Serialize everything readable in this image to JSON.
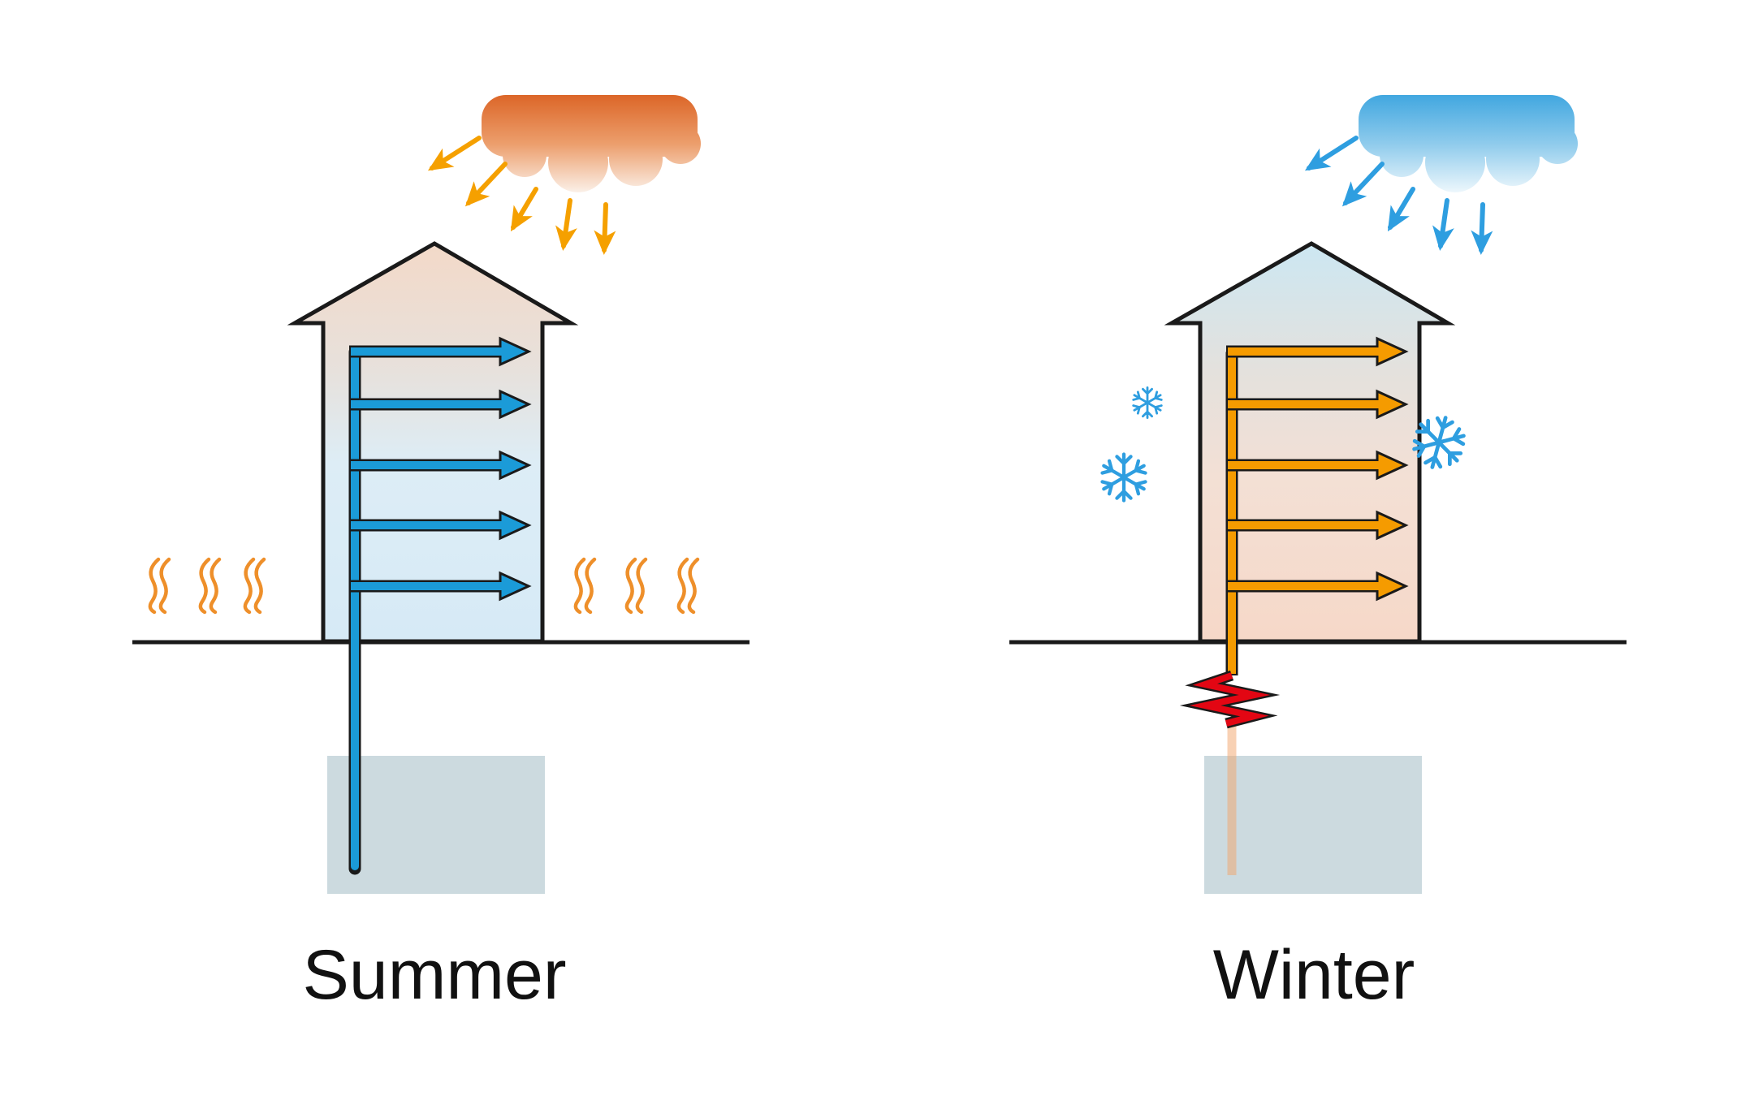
{
  "panels": [
    {
      "id": "summer",
      "label": "Summer",
      "sky_icon": "warm-cloud",
      "sky_arrow_count": 5,
      "house_arrow_count": 5,
      "house_arrow_direction": "right",
      "house_arrow_color": "#1B9BD8",
      "ground_symbols": {
        "type": "heat-waves",
        "left_count": 3,
        "right_count": 3
      },
      "underground": {
        "pipe": "borehole-supply-pipe",
        "box": "ground-reservoir"
      }
    },
    {
      "id": "winter",
      "label": "Winter",
      "sky_icon": "cold-cloud",
      "sky_arrow_count": 5,
      "house_arrow_count": 5,
      "house_arrow_direction": "right",
      "house_arrow_color": "#F59B00",
      "ground_symbols": {
        "type": "snowflakes",
        "left_count": 2,
        "right_count": 1
      },
      "underground": {
        "pipe": "faded-return-pipe",
        "coil": "heat-exchanger-zigzag",
        "box": "ground-reservoir"
      }
    }
  ],
  "colors": {
    "pipe-blue": "#1B9BD8",
    "pipe-orange": "#F59B00",
    "sky-arrow-orange": "#F5A000",
    "sky-arrow-blue": "#2E9EE0",
    "outline": "#1A1A1A",
    "heat-wave": "#EE8F2A",
    "snowflake": "#2E9EE0",
    "coil-red": "#E30613",
    "return-faded": "#F2A369",
    "box-gray": "#CCDADF",
    "label": "#111111",
    "cloud-warm-top": "#DC6628",
    "cloud-warm-mid": "#EC9E6C",
    "cloud-warm-bottom": "#FBF0E8",
    "cloud-cold-top": "#41A7E0",
    "cloud-cold-mid": "#8FCBEC",
    "cloud-cold-bottom": "#EDF7FC",
    "house-summer-top": "#F3D9C8",
    "house-summer-mid": "#E7E1DC",
    "house-summer-mid2": "#DDEDF6",
    "house-summer-bottom": "#D6EAF6",
    "house-winter-top": "#CCE7F2",
    "house-winter-mid": "#E4E1DD",
    "house-winter-mid2": "#F3E0D5",
    "house-winter-bottom": "#F6D8C8"
  }
}
